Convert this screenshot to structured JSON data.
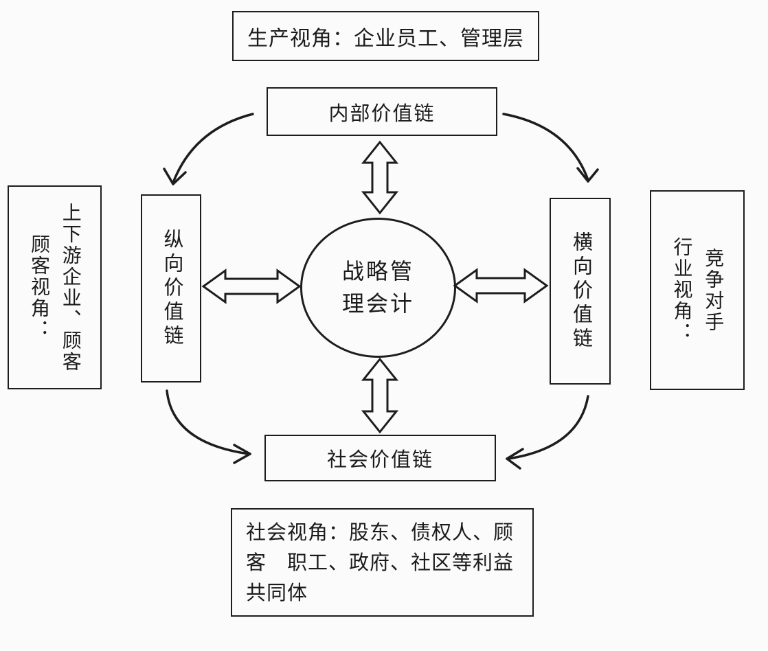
{
  "colors": {
    "background": "#fcfbfb",
    "line": "#1d1d1d",
    "text": "#1b1b1b"
  },
  "top_note": {
    "text": "生产视角：企业员工、管理层"
  },
  "internal_chain": {
    "label": "内部价值链"
  },
  "center_circle": {
    "lines": [
      "战略管",
      "理会计"
    ]
  },
  "vertical_chain": {
    "label": "纵向价值链"
  },
  "horizontal_chain": {
    "label": "横向价值链"
  },
  "customer_perspective": {
    "label": "顾客视角：",
    "detail": "上下游企业、顾客"
  },
  "industry_perspective": {
    "label": "行业视角：",
    "detail": "竞争对手"
  },
  "social_chain": {
    "label": "社会价值链"
  },
  "social_note": {
    "lines": [
      "社会视角：股东、债权人、顾",
      "客　职工、政府、社区等利益",
      "共同体"
    ]
  }
}
